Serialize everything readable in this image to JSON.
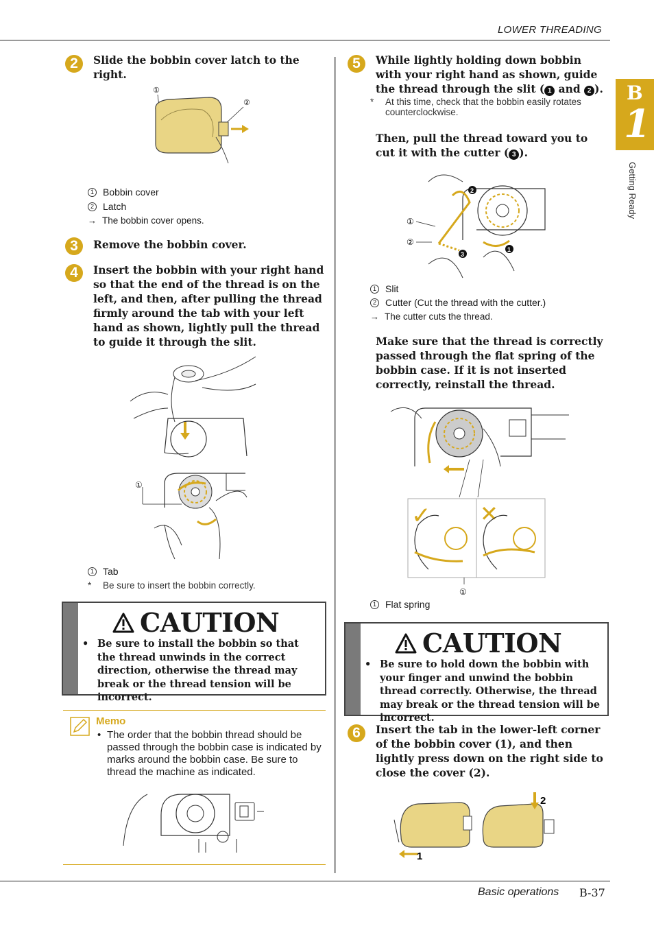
{
  "header": {
    "section": "LOWER THREADING"
  },
  "side_tab": {
    "letter": "B",
    "number": "1",
    "label": "Getting Ready"
  },
  "left": {
    "step2": {
      "num": "2",
      "text": "Slide the bobbin cover latch to the right."
    },
    "fig1_legend": [
      {
        "mark": "①",
        "text": "Bobbin cover"
      },
      {
        "mark": "②",
        "text": "Latch"
      },
      {
        "mark": "→",
        "text": "The bobbin cover opens."
      }
    ],
    "step3": {
      "num": "3",
      "text": "Remove the bobbin cover."
    },
    "step4": {
      "num": "4",
      "text": "Insert the bobbin with your right hand so that the end of the thread is on the left, and then, after pulling the thread firmly around the tab with your left hand as shown, lightly pull the thread to guide it through the slit."
    },
    "fig2_callout": "①",
    "fig2_legend": [
      {
        "mark": "①",
        "text": "Tab"
      }
    ],
    "fig2_note": {
      "mark": "*",
      "text": "Be sure to insert the bobbin correctly."
    },
    "caution": {
      "title": "CAUTION",
      "bullet": "•",
      "text": "Be sure to install the bobbin so that the thread unwinds in the correct direction, otherwise the thread may break or the thread tension will be incorrect."
    },
    "memo": {
      "title": "Memo",
      "bullet": "•",
      "text": "The order that the bobbin thread should be passed through the bobbin case is indicated by marks around the bobbin case. Be sure to thread the machine as indicated."
    }
  },
  "right": {
    "step5": {
      "num": "5",
      "text1": "While lightly holding down bobbin with your right hand as shown, guide the thread through the slit (",
      "m1": "1",
      "and": " and ",
      "m2": "2",
      "close": ")."
    },
    "step5_note": {
      "mark": "*",
      "text": "At this time, check that the bobbin easily rotates counterclockwise."
    },
    "step5_then": {
      "text": "Then, pull the thread toward you to cut it with the cutter (",
      "m3": "3",
      "close": ")."
    },
    "fig3_legend": [
      {
        "mark": "①",
        "text": "Slit"
      },
      {
        "mark": "②",
        "text": "Cutter (Cut the thread with the cutter.)"
      },
      {
        "mark": "→",
        "text": "The cutter cuts the thread."
      }
    ],
    "make_sure": "Make sure that the thread is correctly passed through the flat spring of the bobbin case. If it is not inserted correctly, reinstall the thread.",
    "fig4_legend": [
      {
        "mark": "①",
        "text": "Flat spring"
      }
    ],
    "caution": {
      "title": "CAUTION",
      "bullet": "•",
      "text": "Be sure to hold down the bobbin with your finger and unwind the bobbin thread correctly. Otherwise, the thread may break or the thread tension will be incorrect."
    },
    "step6": {
      "num": "6",
      "text": "Insert the tab in the lower-left corner of the bobbin cover (1), and then lightly press down on the right side to close the cover (2)."
    },
    "fig5_labels": {
      "one": "1",
      "two": "2"
    }
  },
  "footer": {
    "title": "Basic operations",
    "page": "B-37"
  },
  "colors": {
    "accent": "#d6a81c",
    "caution_bar": "#7a7a7a"
  }
}
